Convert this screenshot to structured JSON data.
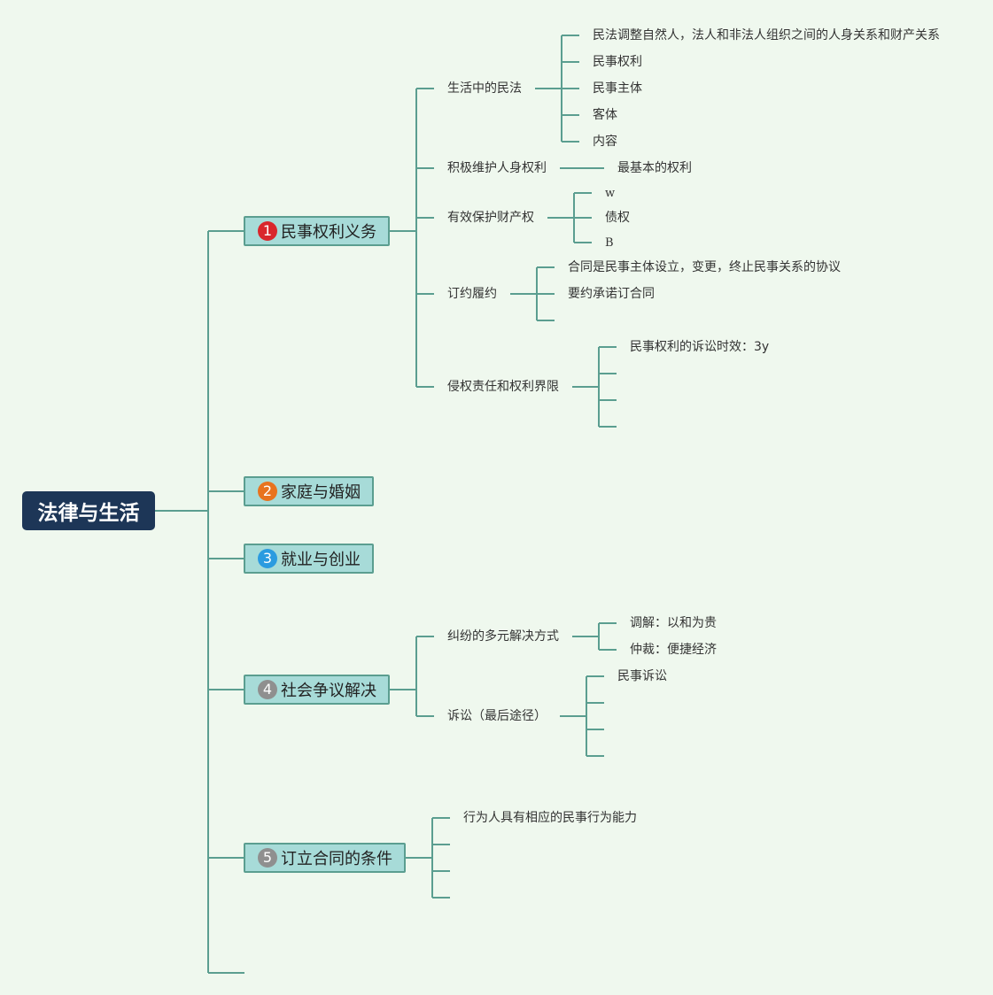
{
  "root": "法律与生活",
  "colors": {
    "line": "#5b9e90",
    "root_bg": "#1d3657",
    "branch_bg": "#a7dbd8"
  },
  "branches": [
    {
      "num": "1",
      "label": "民事权利义务",
      "badge_color": "#d9262c"
    },
    {
      "num": "2",
      "label": "家庭与婚姻",
      "badge_color": "#e8731e"
    },
    {
      "num": "3",
      "label": "就业与创业",
      "badge_color": "#2b9be0"
    },
    {
      "num": "4",
      "label": "社会争议解决",
      "badge_color": "#8f8f8f"
    },
    {
      "num": "5",
      "label": "订立合同的条件",
      "badge_color": "#8f8f8f"
    }
  ],
  "b1": {
    "civil_law": "生活中的民法",
    "civil_law_items": [
      "民法调整自然人，法人和非法人组织之间的人身关系和财产关系",
      "民事权利",
      "民事主体",
      "客体",
      "内容"
    ],
    "personal": "积极维护人身权利",
    "personal_item": "最基本的权利",
    "property": "有效保护财产权",
    "property_items": [
      "w",
      "债权",
      "B"
    ],
    "contract": "订约履约",
    "contract_items": [
      "合同是民事主体设立，变更，终止民事关系的协议",
      "要约承诺订合同"
    ],
    "tort": "侵权责任和权利界限",
    "tort_item": "民事权利的诉讼时效：3y"
  },
  "b4": {
    "dispute": "纠纷的多元解决方式",
    "dispute_items": [
      "调解：以和为贵",
      "仲裁：便捷经济"
    ],
    "lawsuit": "诉讼（最后途径）",
    "lawsuit_item": "民事诉讼"
  },
  "b5": {
    "item": "行为人具有相应的民事行为能力"
  }
}
